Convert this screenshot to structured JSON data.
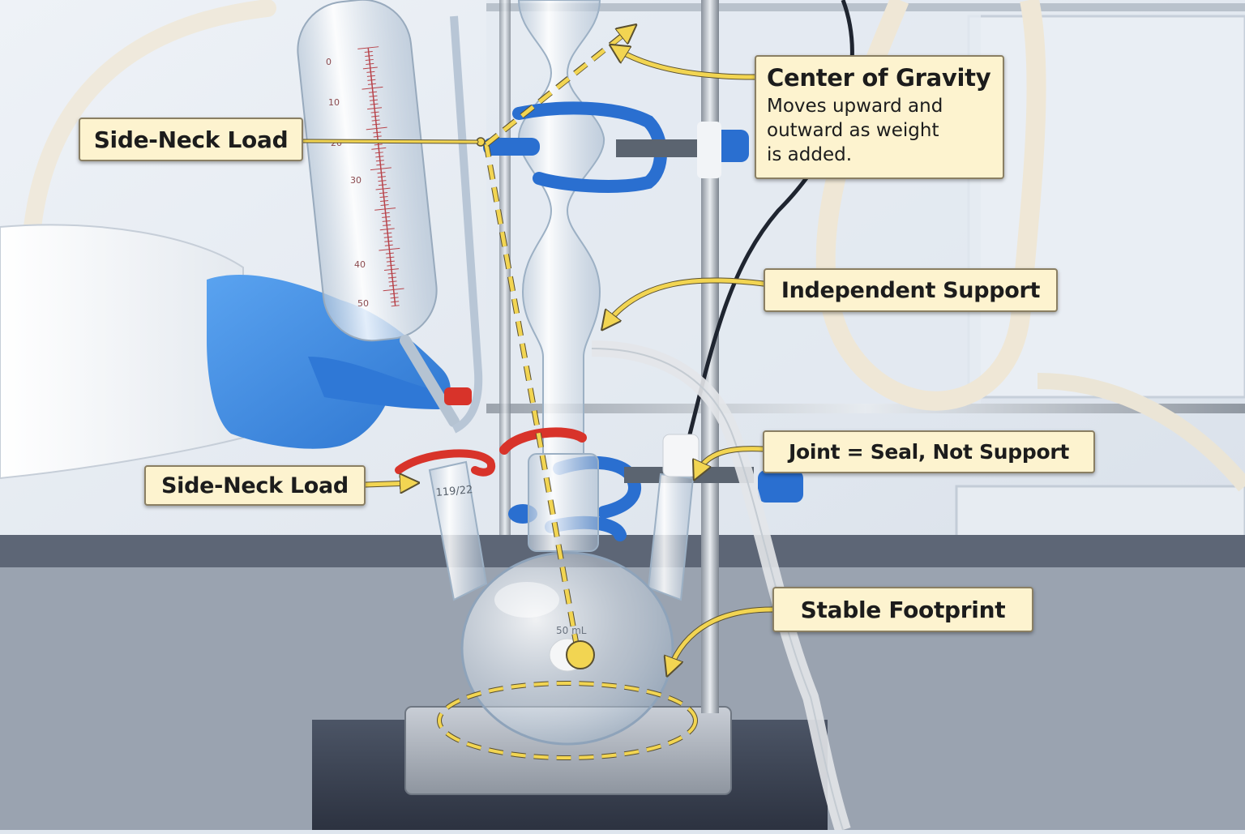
{
  "callouts": {
    "center_of_gravity": {
      "title": "Center of Gravity",
      "description_lines": [
        "Moves upward and",
        "outward as weight",
        "is added."
      ]
    },
    "side_neck_load_upper": "Side-Neck Load",
    "side_neck_load_lower": "Side-Neck Load",
    "independent_support": "Independent Support",
    "joint_seal": "Joint = Seal, Not Support",
    "stable_footprint": "Stable Footprint"
  },
  "glassware_labels": {
    "joint_size": "119/22",
    "flask_volume": "50 mL"
  },
  "burette_scale": [
    "0",
    "10",
    "20",
    "30",
    "40",
    "50"
  ],
  "colors": {
    "callout_bg": "#fdf3cf",
    "callout_border": "#8a7f63",
    "annotation_yellow": "#f2d552",
    "clamp_blue": "#2a6fd0",
    "clip_red": "#d82a22",
    "glove_blue": "#3d8fe8"
  }
}
